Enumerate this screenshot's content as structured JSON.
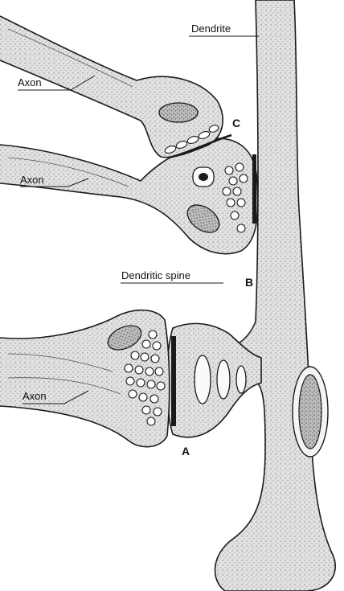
{
  "labels": {
    "dendrite": "Dendrite",
    "axon_top": "Axon",
    "axon_middle": "Axon",
    "axon_bottom": "Axon",
    "dendritic_spine": "Dendritic spine",
    "synapse_a": "A",
    "synapse_b": "B",
    "synapse_c": "C"
  },
  "colors": {
    "ink": "#1a1a1a",
    "tissue": "#dcdcdc",
    "tissue_shade": "#b8b8b8",
    "vesicle": "#ffffff"
  }
}
